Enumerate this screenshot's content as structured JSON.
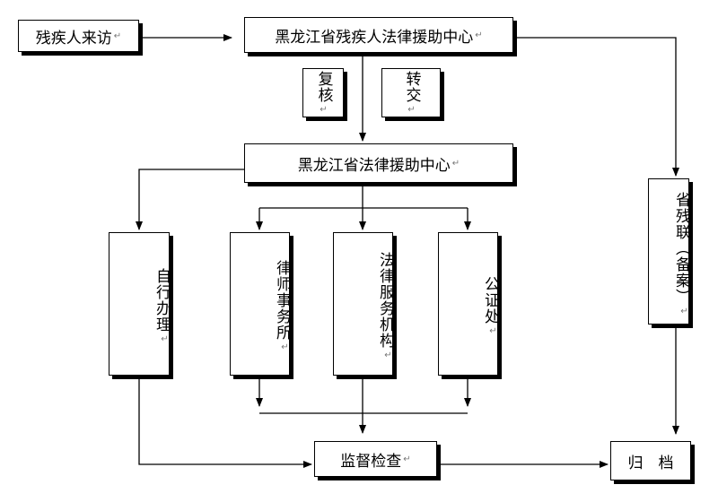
{
  "nodes": {
    "visitor": "残疾人来访",
    "provincial_center": "黑龙江省残疾人法律援助中心",
    "review": "复核",
    "transfer": "转交",
    "legal_aid_center": "黑龙江省法律援助中心",
    "self_handle": "自行办理",
    "law_firm": "律师事务所",
    "legal_service": "法律服务机构",
    "notary": "公证处",
    "federation": "省残联（备案）",
    "supervision": "监督检查",
    "archive": "归　档"
  },
  "paragraph_mark": "↵"
}
